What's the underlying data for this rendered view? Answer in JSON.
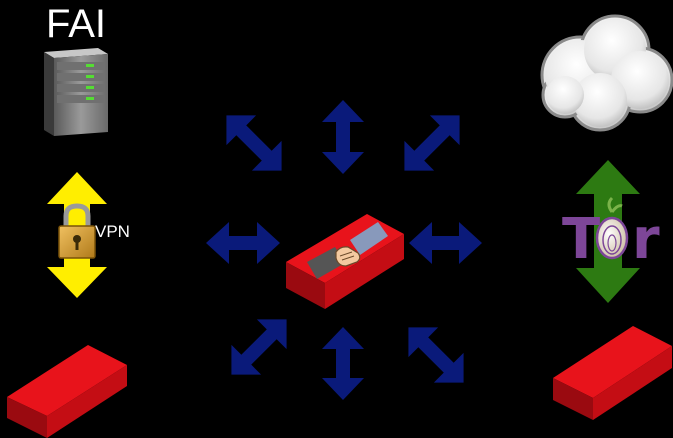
{
  "labels": {
    "isp": "FAI",
    "vpn": "VPN",
    "tor_t": "T",
    "tor_r": "r"
  },
  "icons": {
    "isp": "server-icon",
    "internet": "cloud-icon",
    "vpn": "padlock-icon",
    "tor": "tor-onion-icon",
    "center": "handshake-brick-icon"
  },
  "colors": {
    "background": "#000000",
    "brick": "#e8131b",
    "center_arrows": "#0a1a7a",
    "vpn_arrow": "#ffee00",
    "tor_arrow": "#2d7a12",
    "tor_logo": "#7d4698"
  }
}
